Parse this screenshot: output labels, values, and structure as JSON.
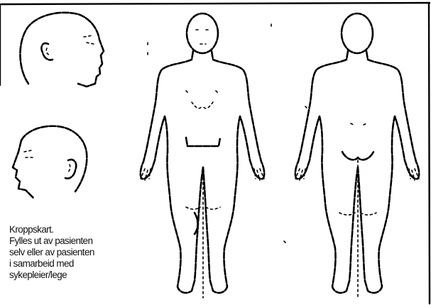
{
  "caption": {
    "line1": "Kroppskart.",
    "line2": "Fylles ut av pasienten",
    "line3": "selv eller av pasienten",
    "line4": "i samarbeid med",
    "line5": "sykepleier/lege"
  },
  "colors": {
    "ink": "#000000",
    "paper": "#ffffff"
  }
}
